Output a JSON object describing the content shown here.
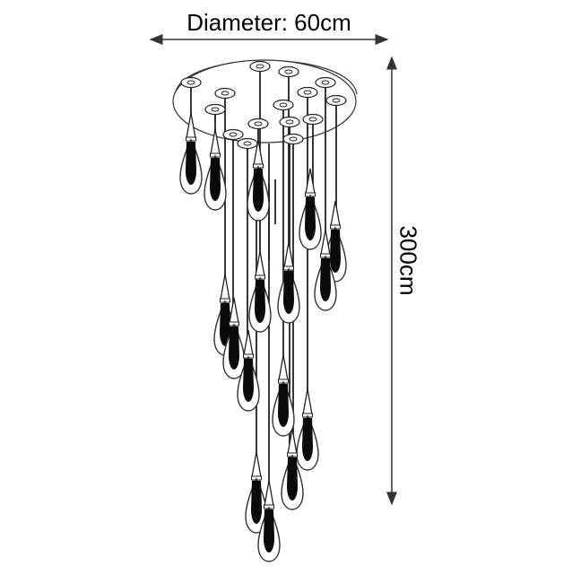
{
  "diagram": {
    "type": "product-dimension-drawing",
    "subject": "multi-pendant teardrop chandelier with round canopy",
    "dimensions": {
      "diameter_label": "Diameter: 60cm",
      "height_label": "300cm"
    },
    "pendant_count": 16,
    "colors": {
      "line": "#222222",
      "fill": "#0a0a0a",
      "arrow": "#333333",
      "background": "#ffffff"
    }
  }
}
